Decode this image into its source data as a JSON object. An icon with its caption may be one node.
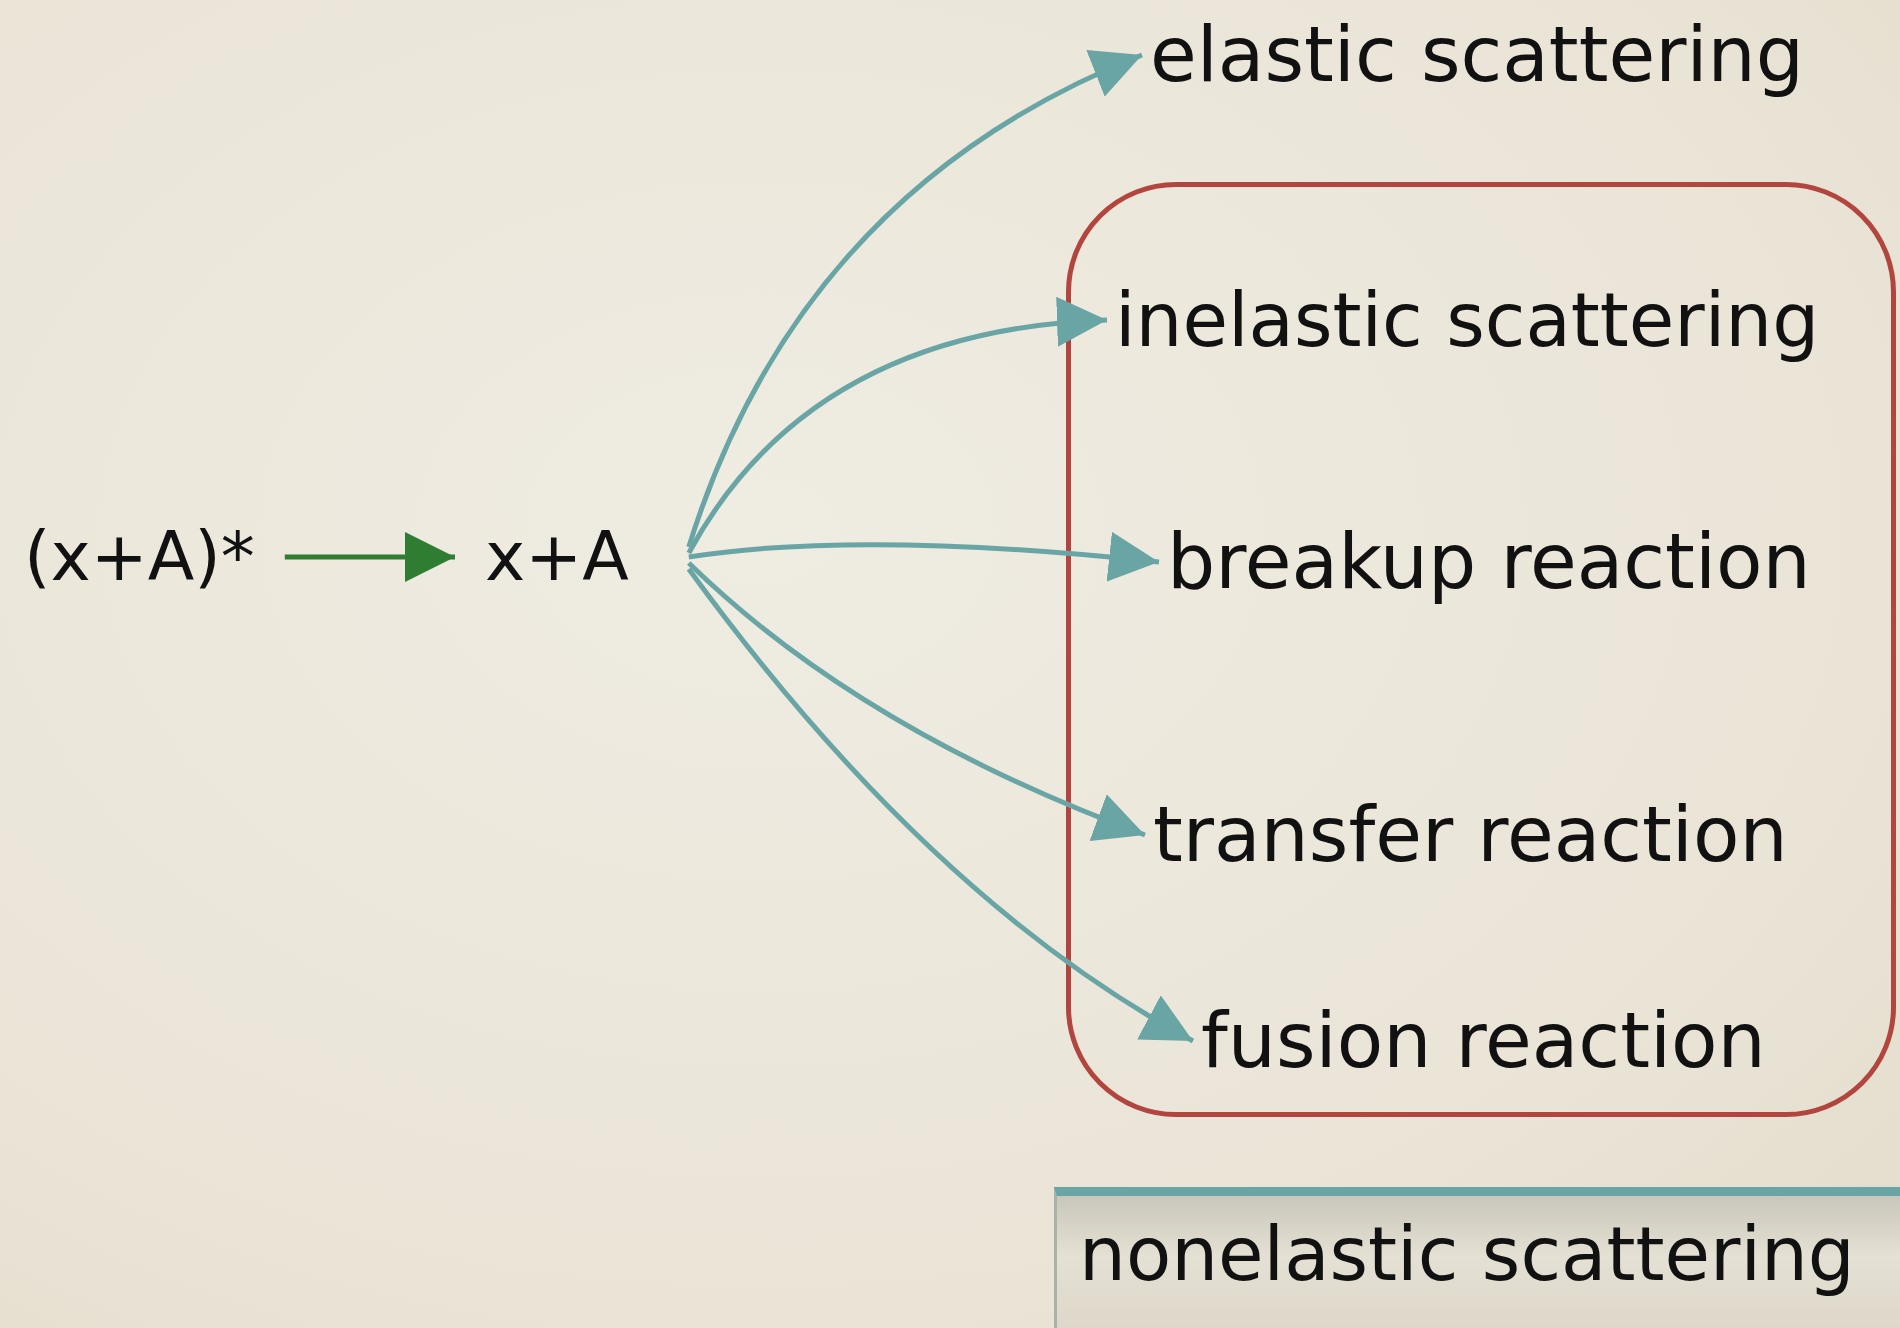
{
  "diagram": {
    "nodes": [
      {
        "text": [
          "(x+A)*"
        ]
      },
      {
        "text": [
          "x+A"
        ]
      },
      {
        "text": [
          "elastic scattering"
        ]
      },
      {
        "text": [],
        "shape": "box"
      },
      {
        "text": [
          "inelastic scattering"
        ],
        "in": 3
      },
      {
        "text": [
          "breakup reaction"
        ],
        "in": 3
      },
      {
        "text": [
          "transfer reaction"
        ],
        "in": 3
      },
      {
        "text": [
          "fusion reaction"
        ],
        "in": 3
      },
      {
        "text": [
          "nonelastic scattering"
        ]
      }
    ],
    "edges": [
      {
        "from": 0,
        "to": 1,
        "arrow": "to",
        "color": "#2f7d32"
      },
      {
        "from": 1,
        "to": 2,
        "arrow": "to"
      },
      {
        "from": 1,
        "to": 4,
        "arrow": "to"
      },
      {
        "from": 1,
        "to": 5,
        "arrow": "to"
      },
      {
        "from": 1,
        "to": 6,
        "arrow": "to"
      },
      {
        "from": 1,
        "to": 7,
        "arrow": "to"
      }
    ]
  }
}
